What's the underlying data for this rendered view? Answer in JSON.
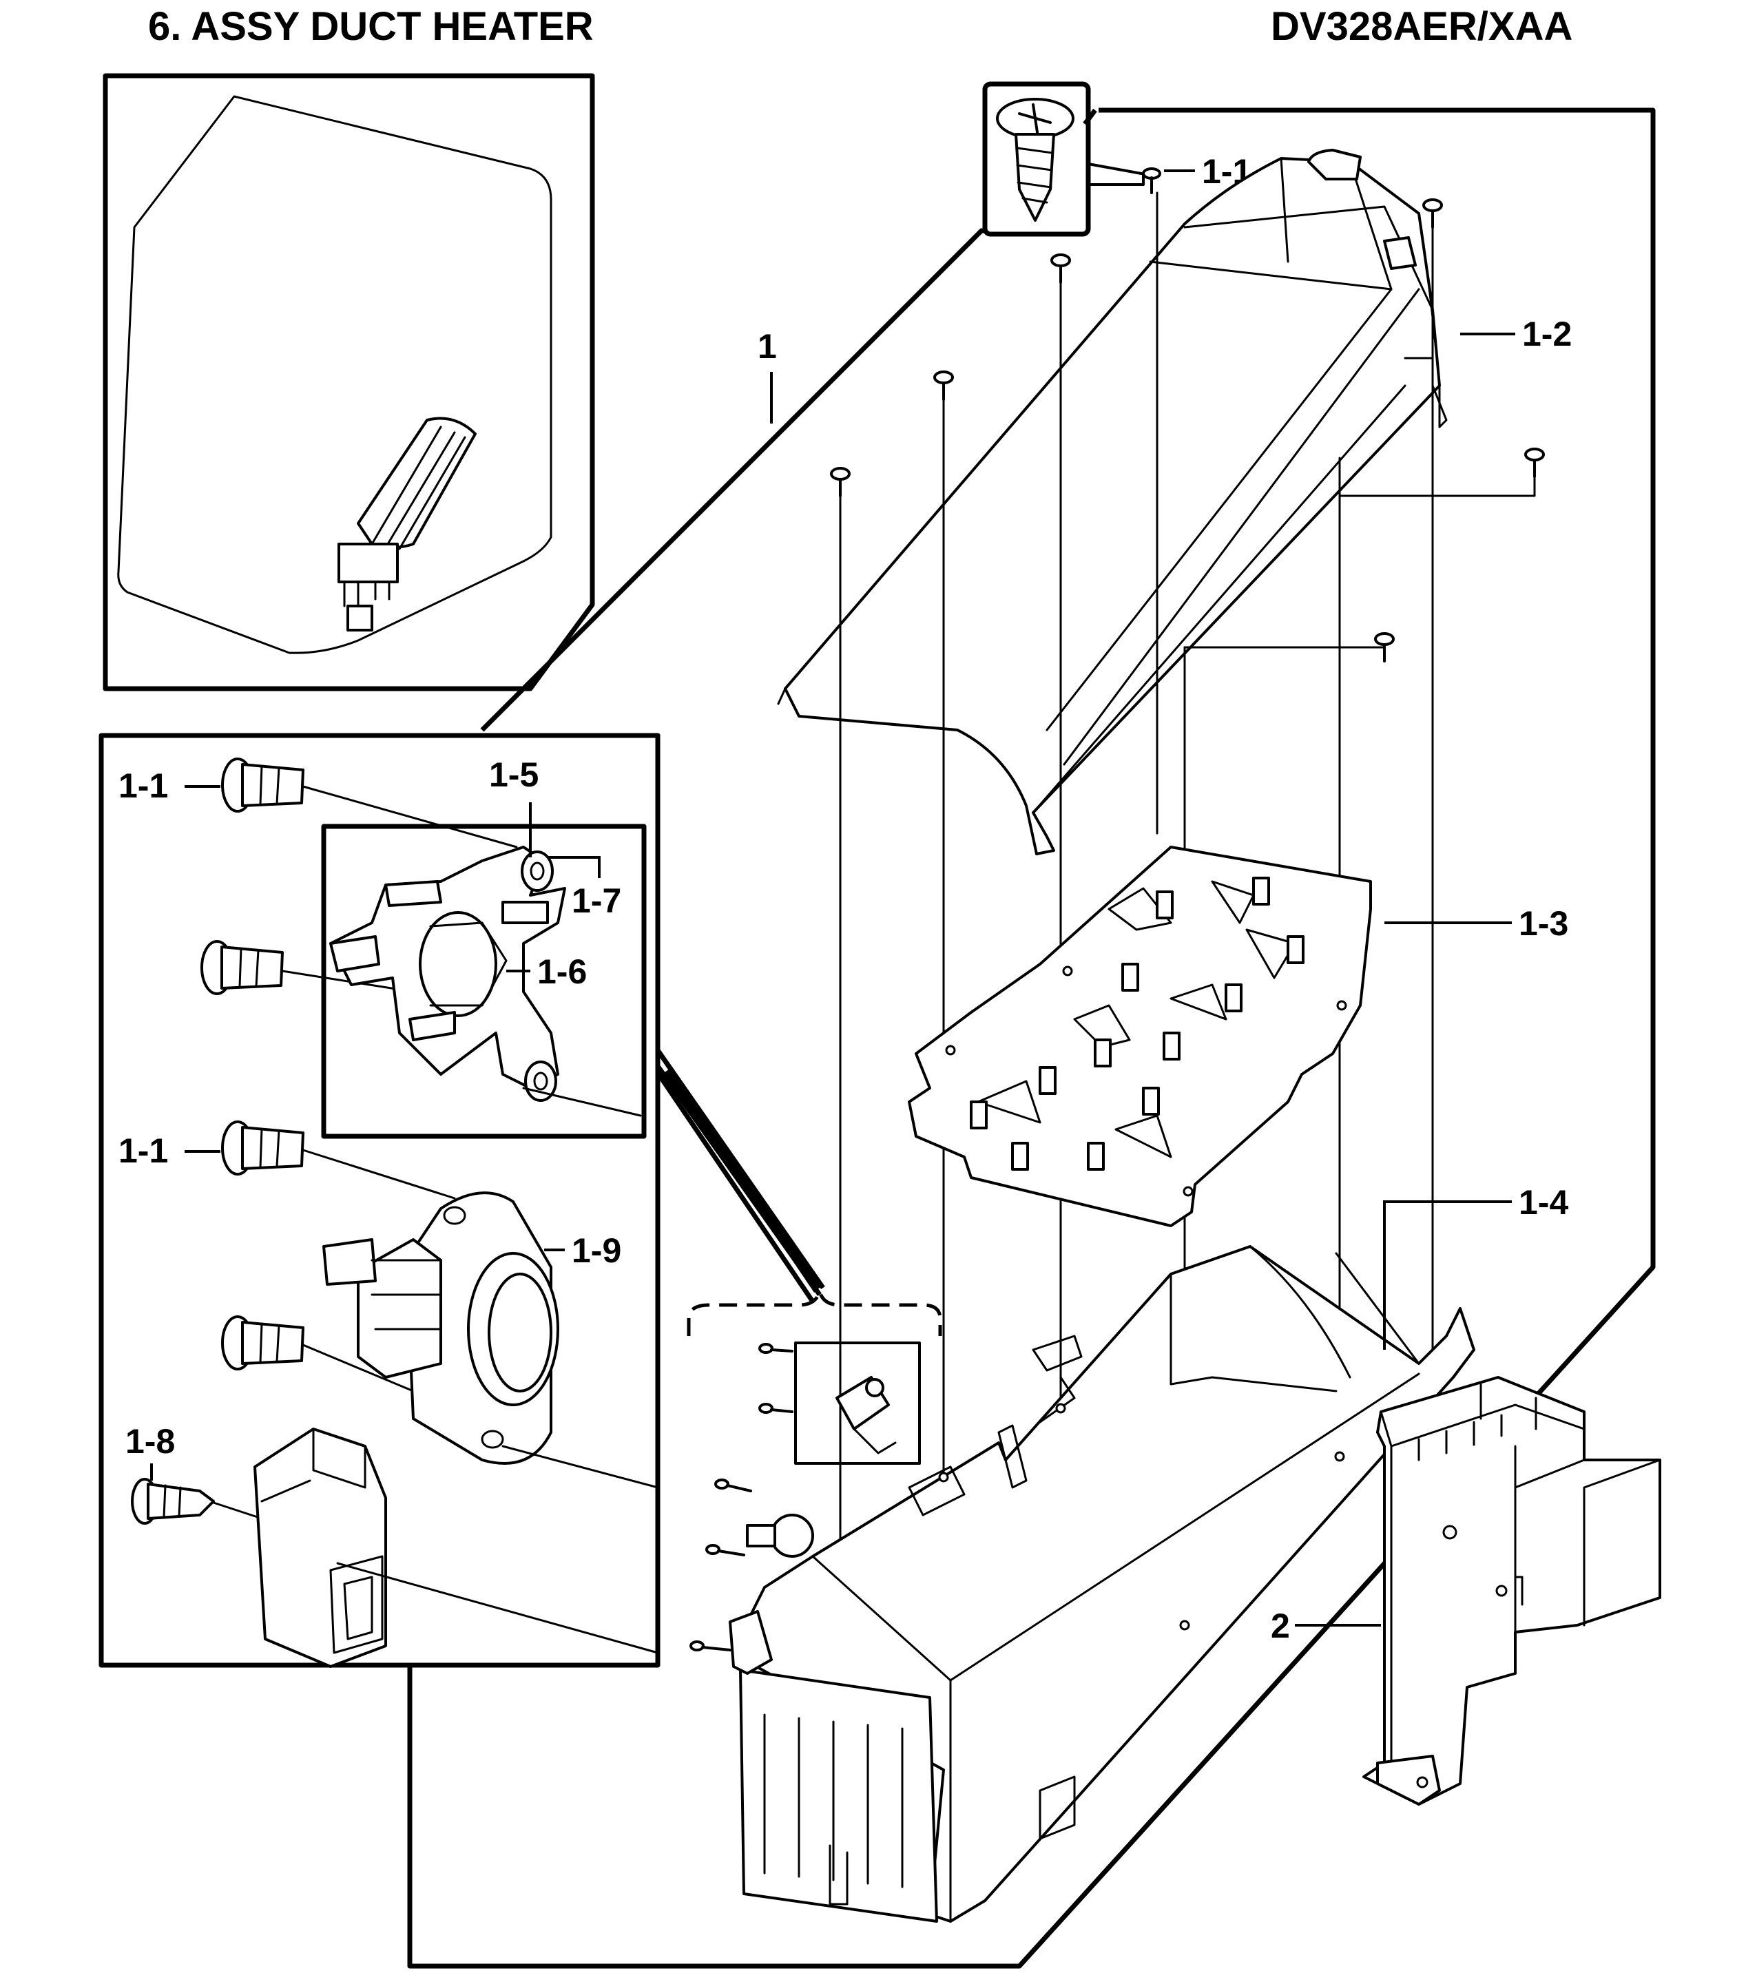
{
  "header": {
    "title": "6. ASSY DUCT HEATER",
    "model": "DV328AER/XAA"
  },
  "callouts": {
    "assembly": "1",
    "screw_top": "1-1",
    "duct_cover": "1-2",
    "heater_plate": "1-3",
    "duct_housing": "1-4",
    "thermostat_bracket": "1-5",
    "thermostat": "1-6",
    "bracket_clip": "1-7",
    "screw_inset_1": "1-1",
    "screw_inset_2": "1-1",
    "screw_terminal": "1-8",
    "thermal_fuse": "1-9",
    "bracket": "2"
  },
  "icons": [
    "screw-icon",
    "heater-assembly-thumbnail"
  ]
}
